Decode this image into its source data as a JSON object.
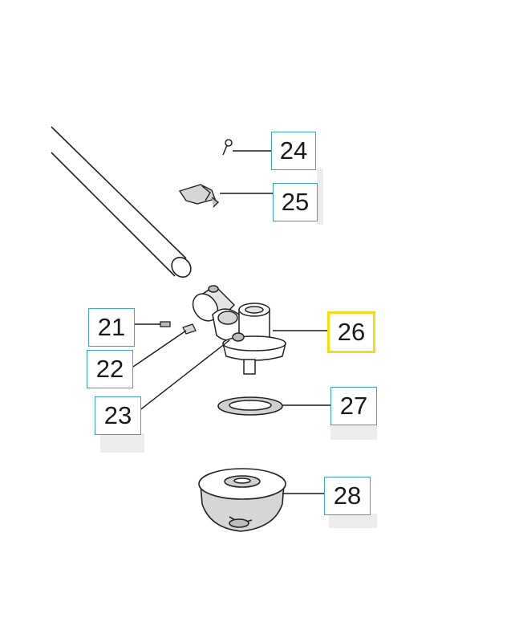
{
  "diagram": {
    "callouts": [
      {
        "id": "21",
        "label": "21",
        "selected": false
      },
      {
        "id": "22",
        "label": "22",
        "selected": false
      },
      {
        "id": "23",
        "label": "23",
        "selected": false
      },
      {
        "id": "24",
        "label": "24",
        "selected": false
      },
      {
        "id": "25",
        "label": "25",
        "selected": false
      },
      {
        "id": "26",
        "label": "26",
        "selected": true
      },
      {
        "id": "27",
        "label": "27",
        "selected": false
      },
      {
        "id": "28",
        "label": "28",
        "selected": false
      }
    ],
    "colors": {
      "callout_border": "#3aa6c2",
      "selected_border": "#f2df10",
      "line": "#1a1a1a",
      "part_stroke": "#222222",
      "part_fill": "#ffffff",
      "part_shade": "#bdbdbd"
    }
  }
}
